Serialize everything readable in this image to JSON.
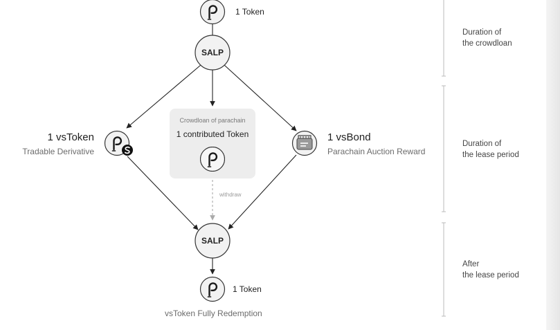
{
  "top_token": {
    "label": "1 Token",
    "icon": "polkadot-icon"
  },
  "salp_top": {
    "label": "SALP"
  },
  "salp_bottom": {
    "label": "SALP"
  },
  "vstoken": {
    "title": "1 vsToken",
    "subtitle": "Tradable Derivative",
    "icon": "polkadot-s-badge-icon"
  },
  "vsbond": {
    "title": "1 vsBond",
    "subtitle": "Parachain Auction Reward",
    "icon": "bond-box-icon"
  },
  "crowdloan_box": {
    "title": "Crowdloan of parachain",
    "main": "1 contributed Token",
    "icon": "polkadot-icon"
  },
  "withdraw_label": "withdraw",
  "bottom_token": {
    "label": "1 Token",
    "caption": "vsToken Fully Redemption",
    "icon": "polkadot-icon"
  },
  "phases": [
    {
      "line1": "Duration of",
      "line2": "the crowdloan"
    },
    {
      "line1": "Duration of",
      "line2": "the lease period"
    },
    {
      "line1": "After",
      "line2": "the lease period"
    }
  ]
}
